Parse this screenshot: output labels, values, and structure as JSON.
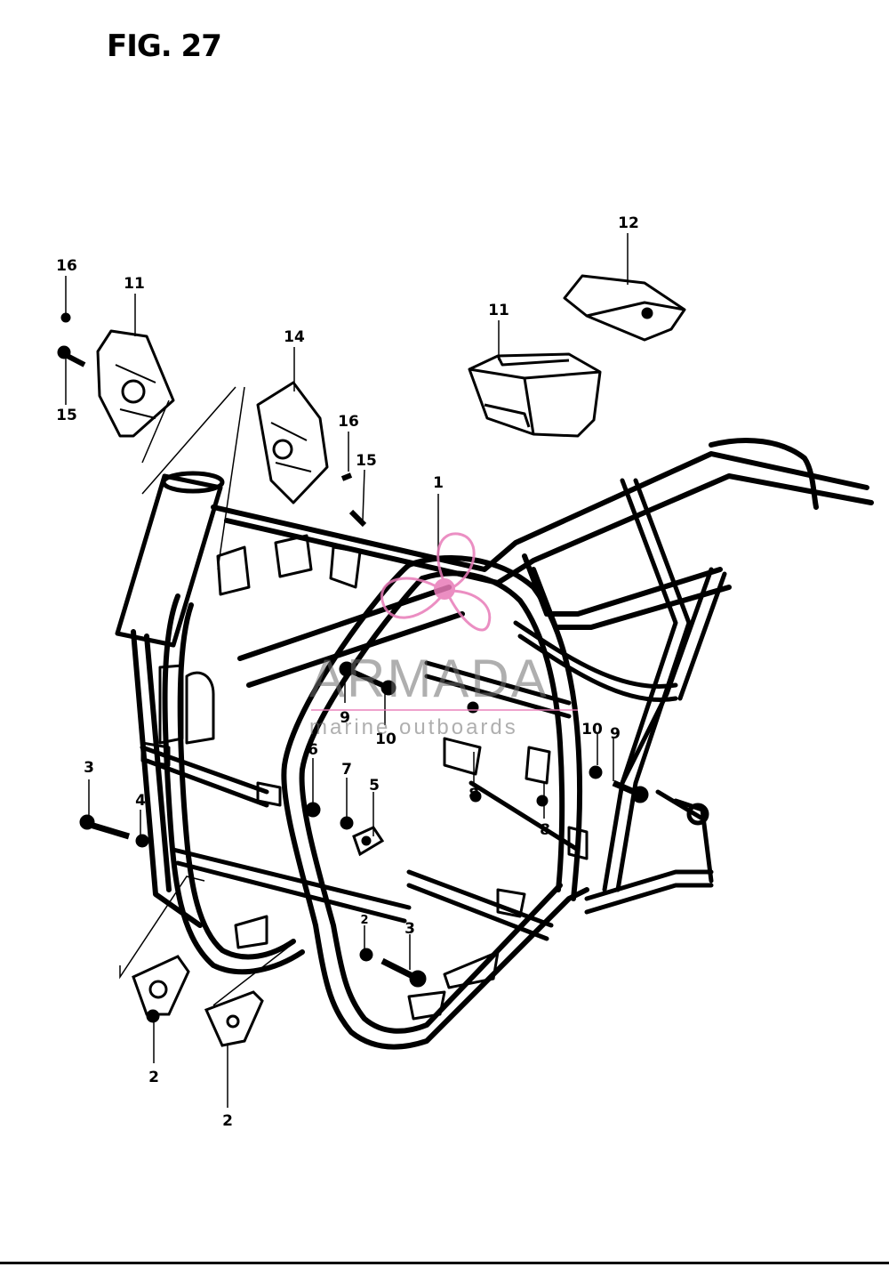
{
  "figure": {
    "title": "FIG. 27"
  },
  "watermark": {
    "brand": "ARMADA",
    "tagline": "marine outboards",
    "colors": {
      "logo": "#e87bb8",
      "text": "#6e6e6e",
      "rule": "#e87bb8"
    }
  },
  "callouts": {
    "c1": "1",
    "c2a": "2",
    "c2b": "2",
    "c2c": "2",
    "c3a": "3",
    "c3b": "3",
    "c4": "4",
    "c5": "5",
    "c6": "6",
    "c7": "7",
    "c8a": "8",
    "c8b": "8",
    "c9a": "9",
    "c9b": "9",
    "c10a": "10",
    "c10b": "10",
    "c11a": "11",
    "c11b": "11",
    "c12": "12",
    "c14": "14",
    "c15a": "15",
    "c15b": "15",
    "c16a": "16",
    "c16b": "16"
  }
}
